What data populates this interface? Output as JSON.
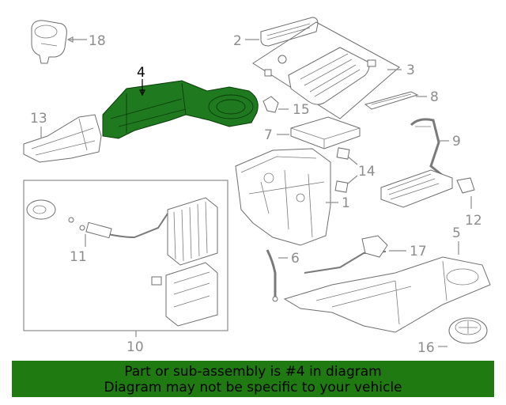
{
  "callouts": {
    "c1": "1",
    "c2": "2",
    "c3": "3",
    "c4": "4",
    "c5": "5",
    "c6": "6",
    "c7": "7",
    "c8": "8",
    "c9": "9",
    "c10": "10",
    "c11": "11",
    "c12": "12",
    "c13": "13",
    "c14": "14",
    "c15": "15",
    "c16": "16",
    "c17": "17",
    "c18": "18"
  },
  "highlighted_part": "4",
  "colors": {
    "highlight": "#1f7a1f",
    "banner": "#1f7a12",
    "lines": "#6e6e6e"
  },
  "footer": {
    "line1": "Part or sub-assembly is #4 in diagram",
    "line2": "Diagram may not be specific to your vehicle"
  }
}
